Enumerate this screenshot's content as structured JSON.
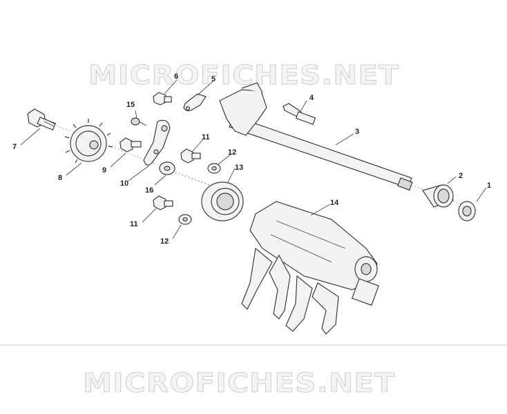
{
  "watermark": {
    "top_text": "MICROFICHES.NET",
    "bottom_text": "MICROFICHES.NET"
  },
  "callouts": {
    "c1": "1",
    "c2": "2",
    "c3": "3",
    "c4": "4",
    "c5": "5",
    "c6": "6",
    "c7": "7",
    "c8": "8",
    "c9": "9",
    "c10": "10",
    "c11a": "11",
    "c11b": "11",
    "c12a": "12",
    "c12b": "12",
    "c13": "13",
    "c14": "14",
    "c15": "15",
    "c16": "16"
  }
}
